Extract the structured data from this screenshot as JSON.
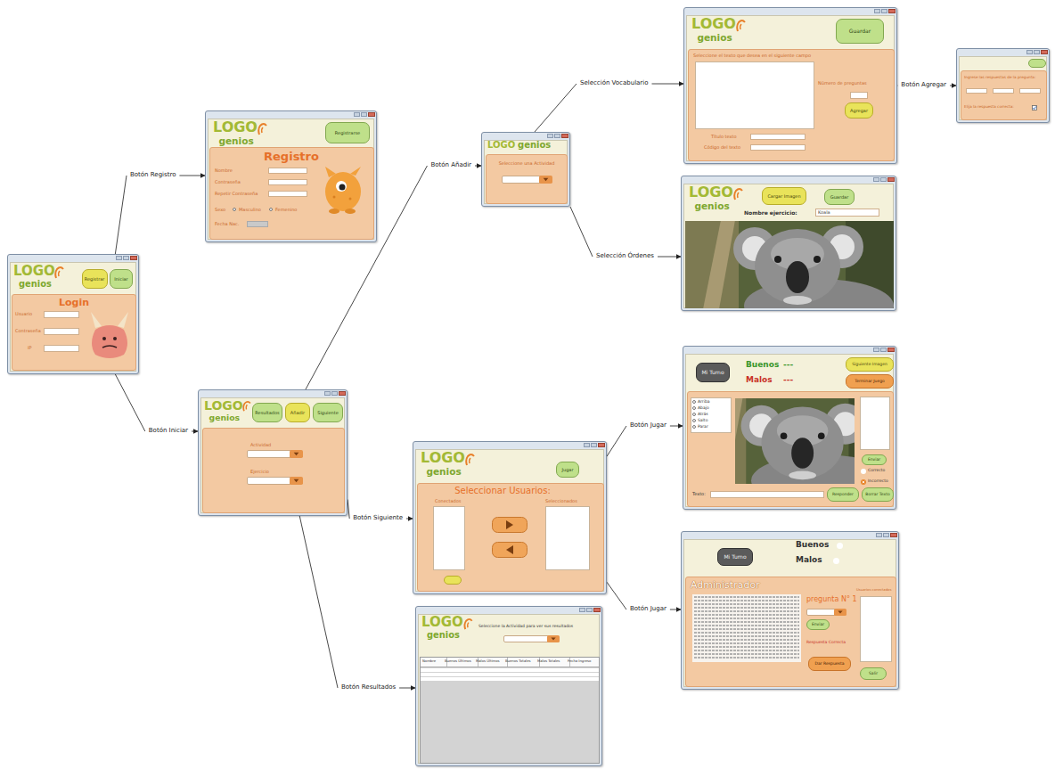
{
  "diagram": {
    "nodes": [
      {
        "text": [
          "LOGO",
          "genios",
          "Login",
          "Usuario",
          "Contraseña",
          "IP"
        ]
      },
      {
        "text": [
          "Registrar"
        ],
        "in": 0
      },
      {
        "text": [
          "Iniciar"
        ],
        "in": 0
      },
      {
        "text": [
          "LOGO",
          "genios",
          "Registro",
          "Nombre",
          "Contraseña",
          "Repetir Contraseña",
          "Sexo",
          "Masculino",
          "Femenino",
          "Fecha Nac."
        ]
      },
      {
        "text": [
          "Registrarse"
        ],
        "in": 3
      },
      {
        "text": [
          "LOGO",
          "genios",
          "Actividad",
          "Ejercicio"
        ]
      },
      {
        "text": [
          "Resultados"
        ],
        "in": 5
      },
      {
        "text": [
          "Añadir"
        ],
        "in": 5
      },
      {
        "text": [
          "Siguiente"
        ],
        "in": 5
      },
      {
        "text": [
          "LOGO",
          "genios",
          "Seleccione una Actividad"
        ]
      },
      {
        "text": [
          "LOGO",
          "genios",
          "Seleccione el texto que desea en el siguiente campo",
          "Número de preguntas",
          "Título texto",
          "Código del texto"
        ]
      },
      {
        "text": [
          "Guardar"
        ],
        "in": 10
      },
      {
        "text": [
          "Agregar"
        ],
        "in": 10
      },
      {
        "text": [
          "Ingrese las respuestas de la pregunta:",
          "Elija la respuesta correcta:"
        ]
      },
      {
        "text": [
          "LOGO",
          "genios",
          "Nombre ejercicio:",
          "Koala"
        ]
      },
      {
        "text": [
          "Cargar Imagen"
        ],
        "in": 14
      },
      {
        "text": [
          "Guardar"
        ],
        "in": 14
      },
      {
        "text": [
          "LOGO",
          "genios",
          "Seleccionar Usuarios:",
          "Conectados",
          "Seleccionados"
        ]
      },
      {
        "text": [
          "Jugar"
        ],
        "in": 17
      },
      {
        "text": [
          "LOGO",
          "genios",
          "Seleccione la Actividad para ver sus resultados",
          "Nombre",
          "Buenos Últimos",
          "Malos Últimos",
          "Buenos Totales",
          "Malos Totales",
          "Fecha Ingreso"
        ]
      },
      {
        "text": [
          "Buenos",
          "---",
          "Malos",
          "---",
          "Arriba",
          "Abajo",
          "Atrás",
          "Salto",
          "Parar",
          "Correcto",
          "Incorrecto",
          "Texto:"
        ]
      },
      {
        "text": [
          "Mi Turno"
        ],
        "in": 20
      },
      {
        "text": [
          "Siguiente Imagen"
        ],
        "in": 20
      },
      {
        "text": [
          "Terminar Juego"
        ],
        "in": 20
      },
      {
        "text": [
          "Enviar"
        ],
        "in": 20
      },
      {
        "text": [
          "Responder"
        ],
        "in": 20
      },
      {
        "text": [
          "Borrar Texto"
        ],
        "in": 20
      },
      {
        "text": [
          "Buenos",
          "Malos",
          "Administrador",
          "pregunta N° 1",
          "Respuesta Correcta",
          "Usuarios conectados"
        ]
      },
      {
        "text": [
          "Mi Turno"
        ],
        "in": 27
      },
      {
        "text": [
          "Enviar"
        ],
        "in": 27
      },
      {
        "text": [
          "Dar Respuesta"
        ],
        "in": 27
      },
      {
        "text": [
          "Salir"
        ],
        "in": 27
      }
    ],
    "edges": [
      {
        "from": 0,
        "to": 3,
        "arrow": "to",
        "label": "Botón Registro"
      },
      {
        "from": 0,
        "to": 5,
        "arrow": "to",
        "label": "Botón Iniciar"
      },
      {
        "from": 5,
        "to": 9,
        "arrow": "to",
        "label": "Botón Añadir"
      },
      {
        "from": 9,
        "to": 10,
        "arrow": "to",
        "label": "Selección Vocabulario"
      },
      {
        "from": 9,
        "to": 14,
        "arrow": "to",
        "label": "Selección Órdenes"
      },
      {
        "from": 10,
        "to": 13,
        "arrow": "to",
        "label": "Botón Agregar"
      },
      {
        "from": 5,
        "to": 17,
        "arrow": "to",
        "label": "Botón Siguiente"
      },
      {
        "from": 5,
        "to": 19,
        "arrow": "to",
        "label": "Botón Resultados"
      },
      {
        "from": 17,
        "to": 20,
        "arrow": "to",
        "label": "Botón Jugar"
      },
      {
        "from": 17,
        "to": 27,
        "arrow": "to",
        "label": "Botón Jugar"
      }
    ]
  }
}
